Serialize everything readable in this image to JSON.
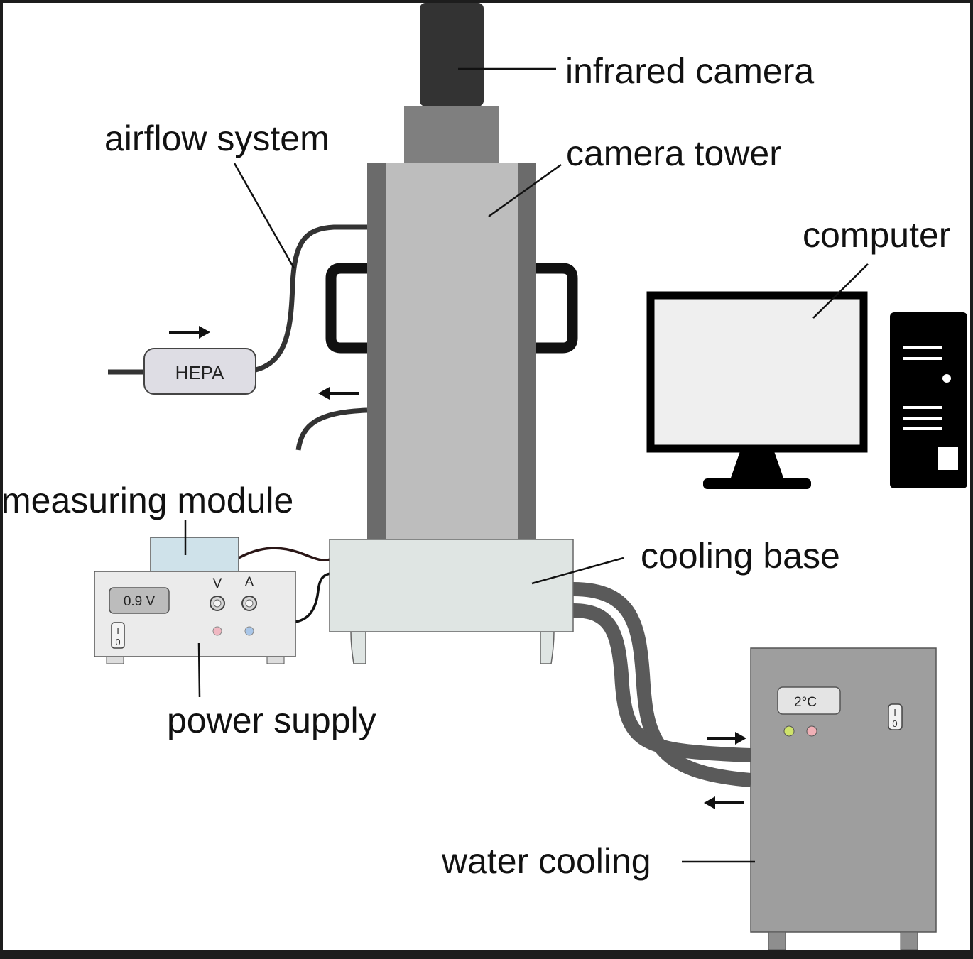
{
  "labels": {
    "infrared_camera": "infrared camera",
    "camera_tower": "camera tower",
    "airflow_system": "airflow system",
    "computer": "computer",
    "measuring_module": "measuring module",
    "cooling_base": "cooling base",
    "power_supply": "power supply",
    "water_cooling": "water cooling"
  },
  "hepa_filter": {
    "label": "HEPA"
  },
  "power_supply_panel": {
    "display": "0.9 V",
    "voltage_label": "V",
    "current_label": "A",
    "switch_on": "I",
    "switch_off": "0"
  },
  "water_cooler_panel": {
    "display": "2°C",
    "switch_on": "I",
    "switch_off": "0"
  },
  "colors": {
    "tower": "#bdbdbd",
    "tower_edge": "#6b6b6b",
    "camera": "#333333",
    "camera_mount": "#7f7f7f",
    "cooling_base": "#dfe5e3",
    "measuring_module": "#cfe2ea",
    "water_cooler": "#9e9e9e",
    "hose": "#5a5a5a"
  }
}
